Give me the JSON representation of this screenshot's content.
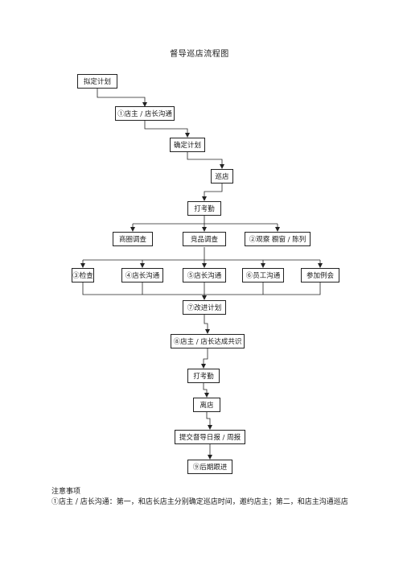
{
  "title": "督导巡店流程图",
  "nodes": {
    "plan": "拟定计划",
    "communicate_owner": "①店主 / 店长沟通",
    "confirm_plan": "确定计划",
    "visit_store": "巡店",
    "clock_in": "打考勤",
    "market_survey": "商圈调查",
    "competitor_survey": "竞品调查",
    "observe_display": "②观察 橱窗 / 陈列",
    "check": "③检查",
    "manager_talk": "④店长沟通",
    "staff_talk": "⑤店长沟通",
    "employee_talk": "⑥员工沟通",
    "join_meeting": "参加例会",
    "improve_plan": "⑦改进计划",
    "consensus": "⑧店主 / 店长达成共识",
    "clock_out": "打考勤",
    "leave_store": "离店",
    "submit_report": "提交督导日报 / 周报",
    "follow_up": "⑨后期跟进"
  },
  "notes": {
    "heading": "注意事项",
    "line1": "①店主 / 店长沟通：第一，和店长店主分别确定巡店时间，邀约店主；第二，和店主沟通巡店"
  }
}
